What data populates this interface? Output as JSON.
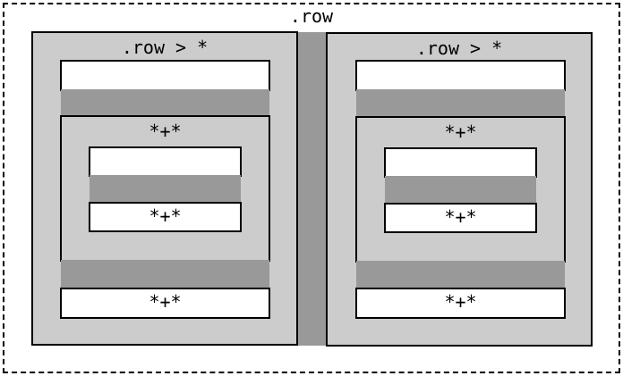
{
  "row": {
    "label": ".row"
  },
  "columns": [
    {
      "label": ".row > *",
      "top_box": {
        "label": ""
      },
      "inner": {
        "label": "*+*",
        "top_box": {
          "label": ""
        },
        "bottom_box": {
          "label": "*+*"
        }
      },
      "bottom_box": {
        "label": "*+*"
      }
    },
    {
      "label": ".row > *",
      "top_box": {
        "label": ""
      },
      "inner": {
        "label": "*+*",
        "top_box": {
          "label": ""
        },
        "bottom_box": {
          "label": "*+*"
        }
      },
      "bottom_box": {
        "label": "*+*"
      }
    }
  ],
  "colors": {
    "light_gray": "#cccccc",
    "dark_gray": "#999999",
    "white": "#ffffff",
    "border": "#000000"
  }
}
